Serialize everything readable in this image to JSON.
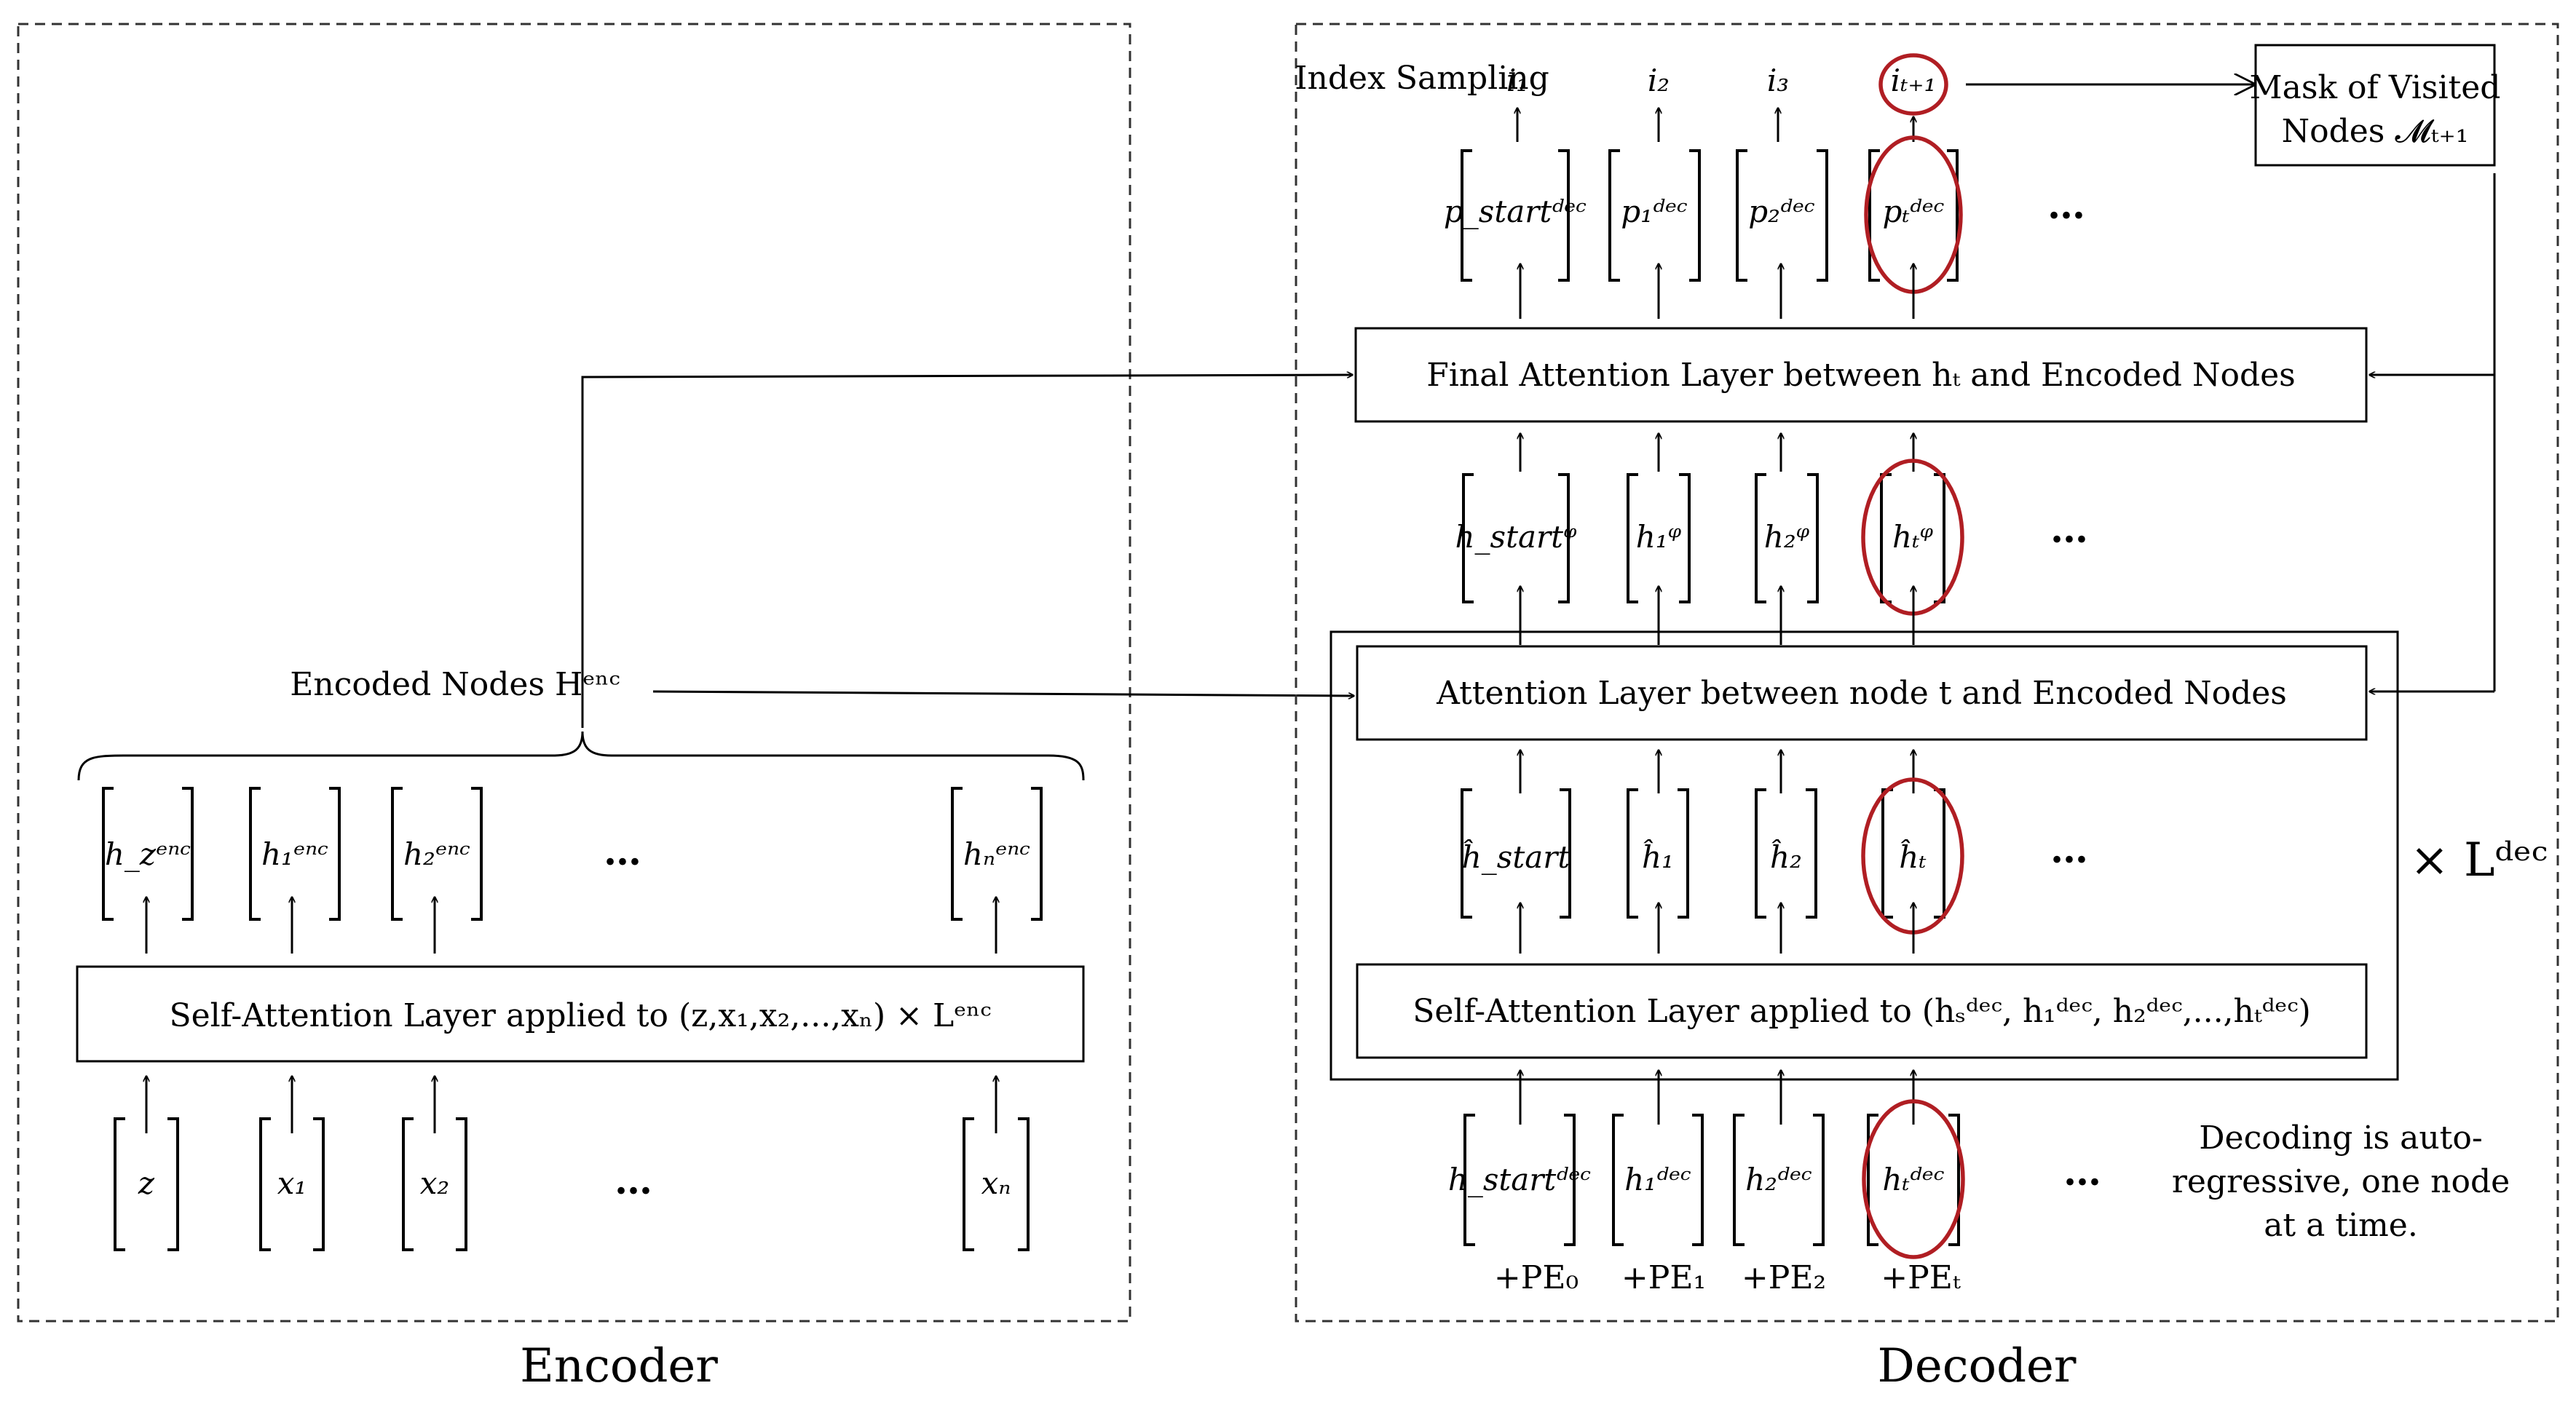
{
  "encoder": {
    "title": "Encoder",
    "self_attention_label": "Self-Attention Layer applied to (z,x₁,x₂,...,xₙ) × Lᵉⁿᶜ",
    "encoded_nodes_label": "Encoded Nodes Hᵉⁿᶜ",
    "inputs": [
      "z",
      "x₁",
      "x₂",
      "…",
      "xₙ"
    ],
    "hidden": [
      "h_zᵉⁿᶜ",
      "h₁ᵉⁿᶜ",
      "h₂ᵉⁿᶜ",
      "…",
      "hₙᵉⁿᶜ"
    ]
  },
  "decoder": {
    "title": "Decoder",
    "index_sampling_label": "Index Sampling",
    "indices": [
      "i₁",
      "i₂",
      "i₃",
      "iₜ₊₁"
    ],
    "mask_label_line1": "Mask of Visited",
    "mask_label_line2": "Nodes 𝓜ₜ₊₁",
    "probs": [
      "p_startᵈᵉᶜ",
      "p₁ᵈᵉᶜ",
      "p₂ᵈᵉᶜ",
      "pₜᵈᵉᶜ",
      "…"
    ],
    "final_attention_label": "Final Attention Layer between hₜ and Encoded Nodes",
    "queries": [
      "h_startᵠ",
      "h₁ᵠ",
      "h₂ᵠ",
      "hₜᵠ",
      "…"
    ],
    "attention_label": "Attention Layer between node t and Encoded Nodes",
    "hats": [
      "ĥ_start",
      "ĥ₁",
      "ĥ₂",
      "ĥₜ",
      "…"
    ],
    "repeat_label": "× Lᵈᵉᶜ",
    "self_attention_label": "Self-Attention Layer applied to (hₛᵈᵉᶜ, h₁ᵈᵉᶜ, h₂ᵈᵉᶜ,...,hₜᵈᵉᶜ)",
    "inputs": [
      "h_startᵈᵉᶜ",
      "h₁ᵈᵉᶜ",
      "h₂ᵈᵉᶜ",
      "hₜᵈᵉᶜ",
      "…"
    ],
    "positional_encodings": [
      "+PE₀",
      "+PE₁",
      "+PE₂",
      "+PEₜ"
    ],
    "note_lines": [
      "Decoding is auto-",
      "regressive, one node",
      "at a time."
    ]
  },
  "colors": {
    "highlight": "#b01e23",
    "line": "#000000"
  }
}
